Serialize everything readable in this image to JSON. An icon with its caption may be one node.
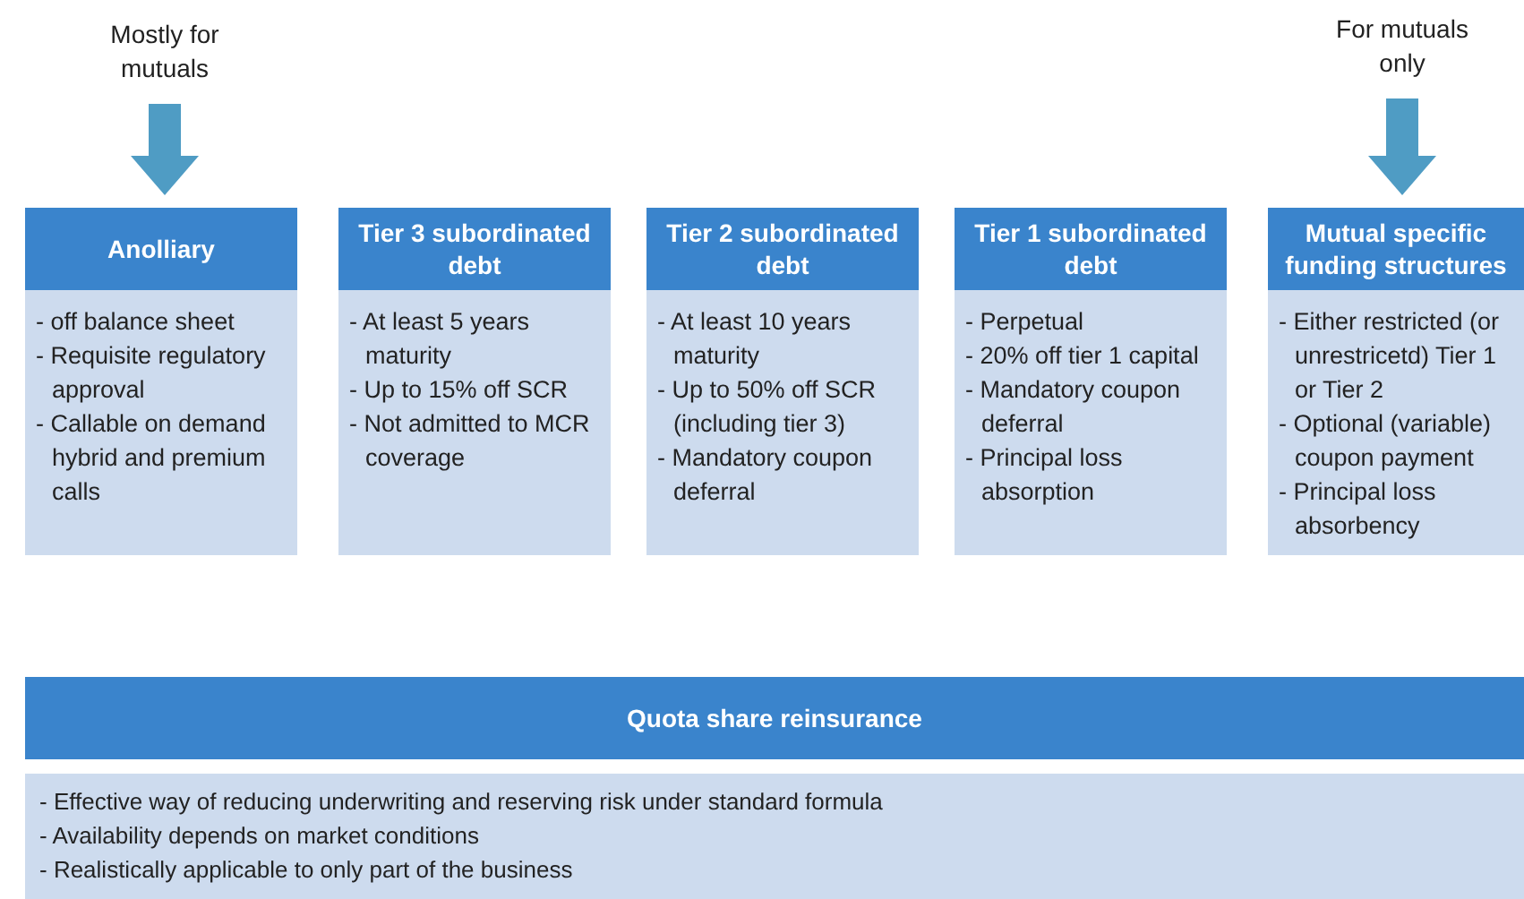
{
  "diagram": {
    "nodes": [
      {
        "text": [
          "Mostly for mutuals"
        ]
      },
      {
        "text": [
          "For mutuals only"
        ]
      },
      {
        "text": [
          "Anolliary",
          "- off balance sheet",
          "- Requisite regulatory approval",
          "- Callable on demand hybrid and premium calls"
        ]
      },
      {
        "text": [
          "Tier 3 subordinated debt",
          "- At least 5 years maturity",
          "- Up to 15% off SCR",
          "- Not admitted to MCR coverage"
        ]
      },
      {
        "text": [
          "Tier 2 subordinated debt",
          "- At least 10 years maturity",
          "- Up to 50% off SCR (including tier 3)",
          "- Mandatory coupon deferral"
        ]
      },
      {
        "text": [
          "Tier 1 subordinated debt",
          "- Perpetual",
          "- 20% off tier 1 capital",
          "- Mandatory coupon deferral",
          "- Principal loss absorption"
        ]
      },
      {
        "text": [
          "Mutual specific funding structures",
          "- Either restricted (or unrestricetd) Tier 1 or Tier 2",
          "- Optional (variable) coupon payment",
          "- Principal loss absorbency"
        ]
      },
      {
        "text": [
          "Quota share reinsurance",
          "- Effective way of reducing underwriting and reserving risk under standard formula",
          "- Availability depends on market conditions",
          "- Realistically applicable to only part of the business"
        ]
      }
    ],
    "edges": [
      {
        "from": 0,
        "to": 2,
        "arrow": "to"
      },
      {
        "from": 1,
        "to": 6,
        "arrow": "to"
      }
    ]
  }
}
